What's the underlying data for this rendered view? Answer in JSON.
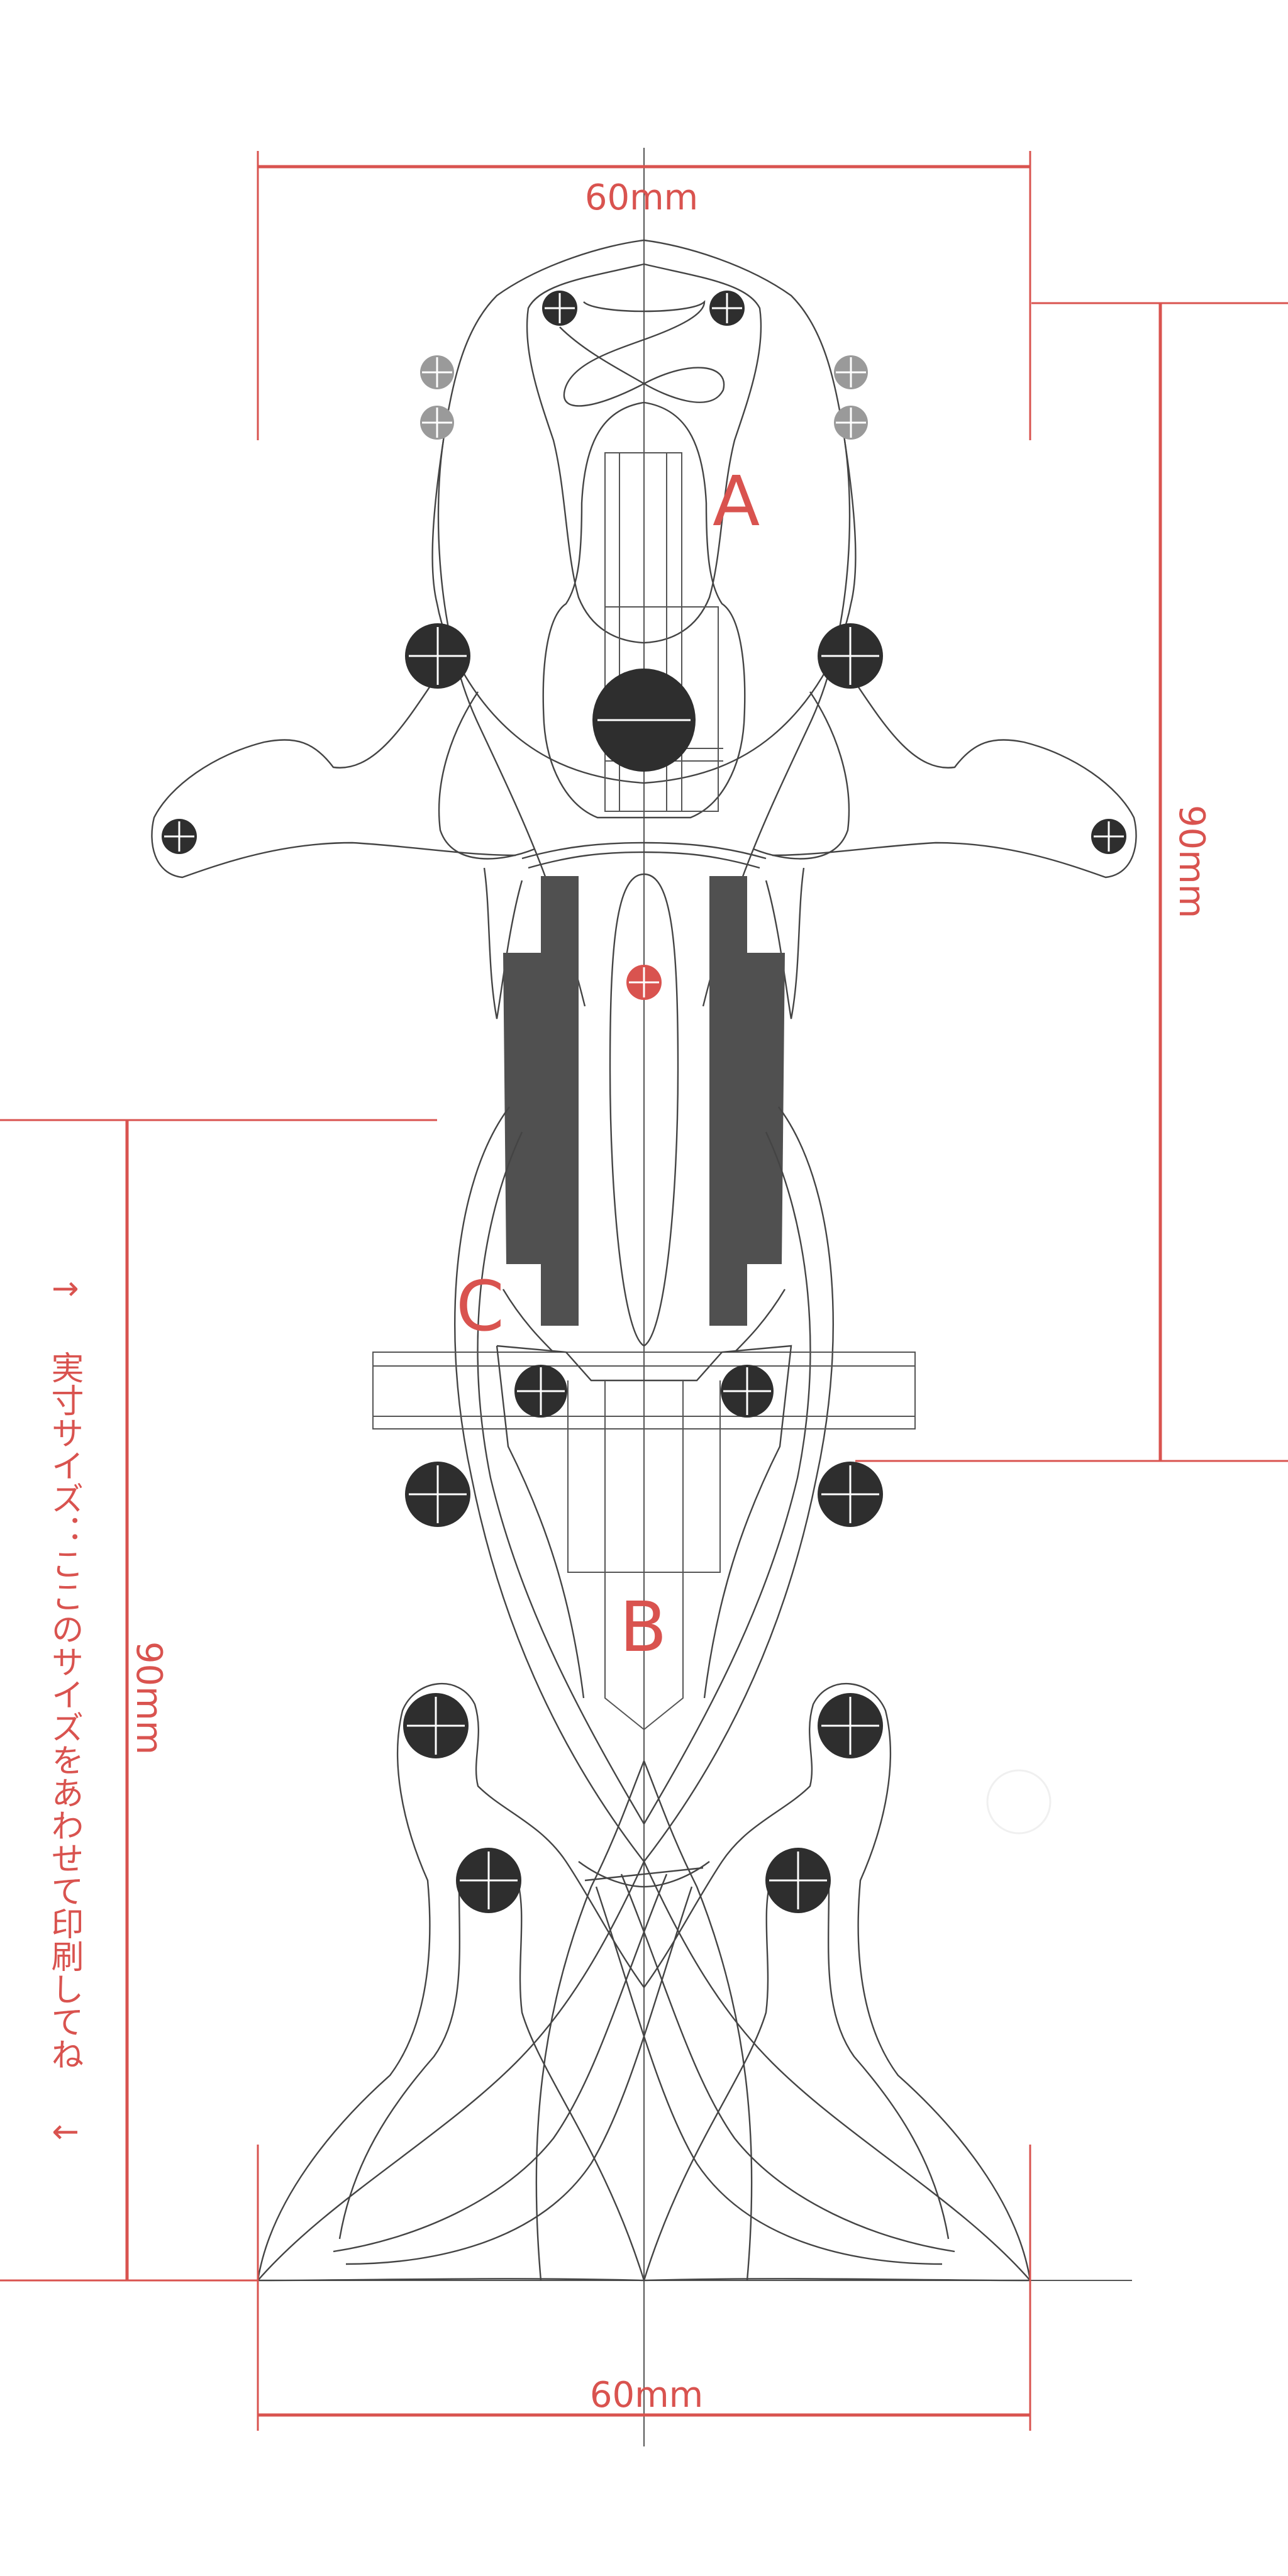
{
  "dimensions": {
    "top_width": "60mm",
    "bottom_width": "60mm",
    "right_height": "90mm",
    "left_height": "90mm"
  },
  "part_labels": {
    "a": "A",
    "b": "B",
    "c": "C"
  },
  "note": {
    "arrow_start": "↑",
    "text": "実寸サイズ：ここのサイズをあわせて印刷してね",
    "arrow_end": "↓"
  },
  "colors": {
    "dimension": "#d9534f",
    "hole": "#2e2e2e",
    "hole_light": "#9a9a9a",
    "outline": "#444444"
  }
}
